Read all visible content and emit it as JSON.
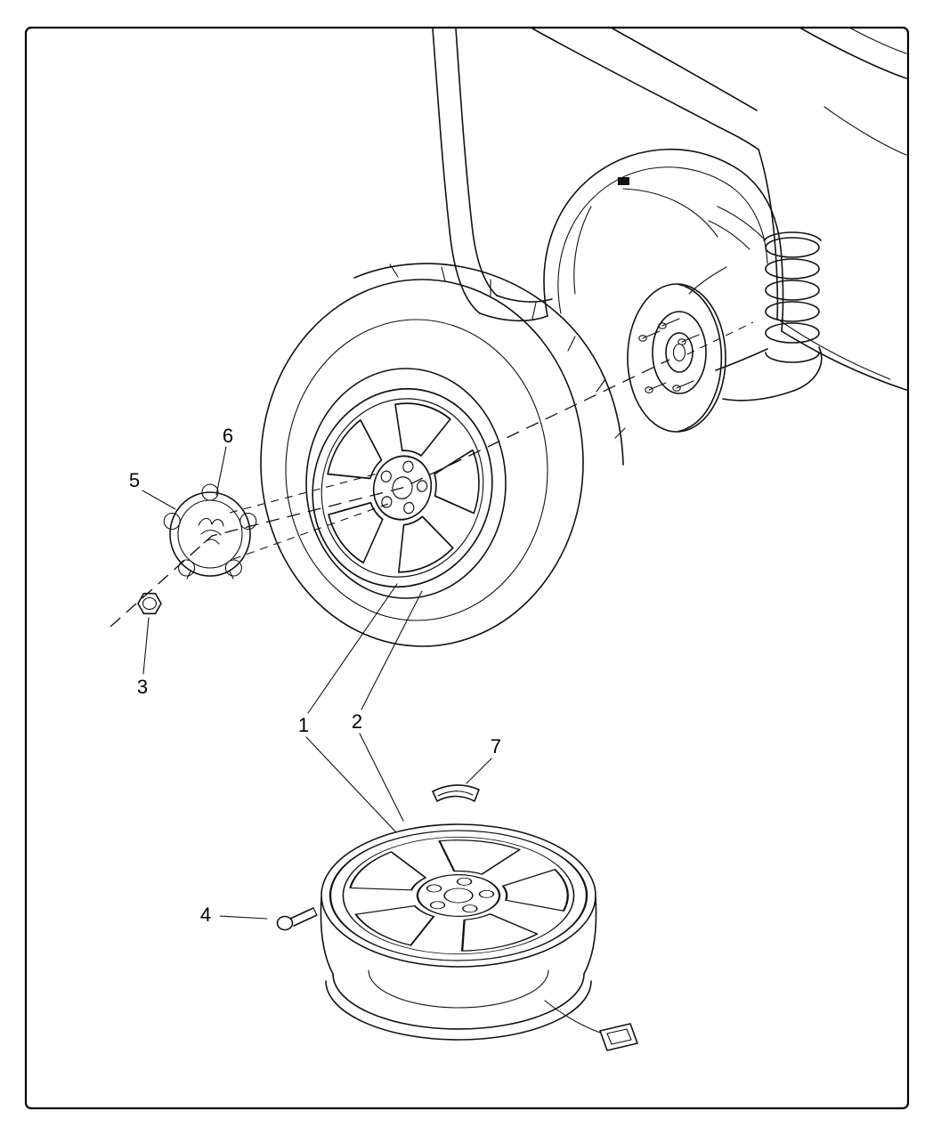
{
  "page": {
    "background_color": "#ffffff",
    "line_color": "#111111",
    "border_color": "#000000"
  },
  "callouts": [
    {
      "label": "1"
    },
    {
      "label": "2"
    },
    {
      "label": "3"
    },
    {
      "label": "4"
    },
    {
      "label": "5"
    },
    {
      "label": "6"
    },
    {
      "label": "7"
    }
  ]
}
